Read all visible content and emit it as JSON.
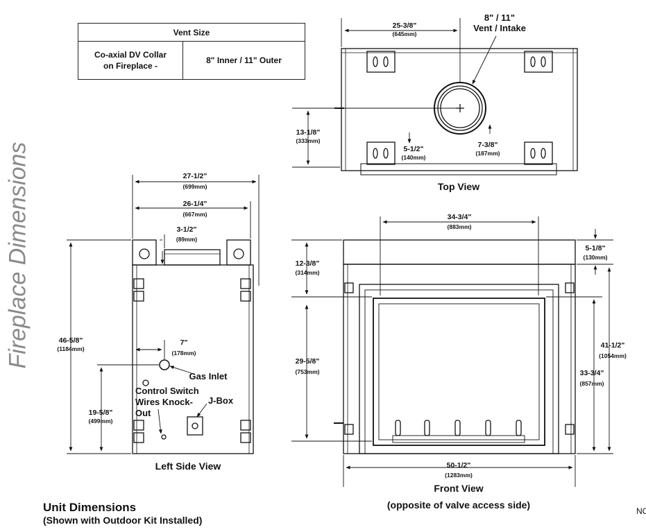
{
  "page": {
    "side_title": "Fireplace Dimensions",
    "unit_title": "Unit Dimensions",
    "unit_subtitle": "(Shown with Outdoor Kit Installed)",
    "clipped_note": "NC"
  },
  "vent_table": {
    "header": "Vent Size",
    "row_label_line1": "Co-axial DV Collar",
    "row_label_line2": "on Fireplace -",
    "row_value": "8\" Inner / 11\" Outer"
  },
  "top_view": {
    "title": "Top View",
    "vent_label_line1": "8\" / 11\"",
    "vent_label_line2": "Vent / Intake",
    "width": {
      "imp": "25-3/8\"",
      "mm": "(645mm)"
    },
    "depth": {
      "imp": "13-1/8\"",
      "mm": "(333mm)"
    },
    "offset_a": {
      "imp": "5-1/2\"",
      "mm": "(140mm)"
    },
    "offset_b": {
      "imp": "7-3/8\"",
      "mm": "(187mm)"
    }
  },
  "side_view": {
    "title": "Left Side View",
    "outer_width": {
      "imp": "27-1/2\"",
      "mm": "(699mm)"
    },
    "inner_width": {
      "imp": "26-1/4\"",
      "mm": "(667mm)"
    },
    "collar": {
      "imp": "3-1/2\"",
      "mm": "(89mm)"
    },
    "height": {
      "imp": "46-5/8\"",
      "mm": "(1184mm)"
    },
    "gas_offset": {
      "imp": "7\"",
      "mm": "(178mm)"
    },
    "gas_height": {
      "imp": "19-5/8\"",
      "mm": "(499mm)"
    },
    "gas_inlet": "Gas Inlet",
    "knockout_line1": "Control Switch",
    "knockout_line2": "Wires Knock-",
    "knockout_line3": "Out",
    "jbox": "J-Box"
  },
  "front_view": {
    "title": "Front View",
    "subtitle": "(opposite of valve access side)",
    "top_width": {
      "imp": "34-3/4\"",
      "mm": "(883mm)"
    },
    "top_clear": {
      "imp": "12-3/8\"",
      "mm": "(314mm)"
    },
    "top_step": {
      "imp": "5-1/8\"",
      "mm": "(130mm)"
    },
    "glass_height": {
      "imp": "29-5/8\"",
      "mm": "(753mm)"
    },
    "total_height": {
      "imp": "41-1/2\"",
      "mm": "(1054mm)"
    },
    "opening_height": {
      "imp": "33-3/4\"",
      "mm": "(857mm)"
    },
    "bottom_width": {
      "imp": "50-1/2\"",
      "mm": "(1283mm)"
    }
  }
}
